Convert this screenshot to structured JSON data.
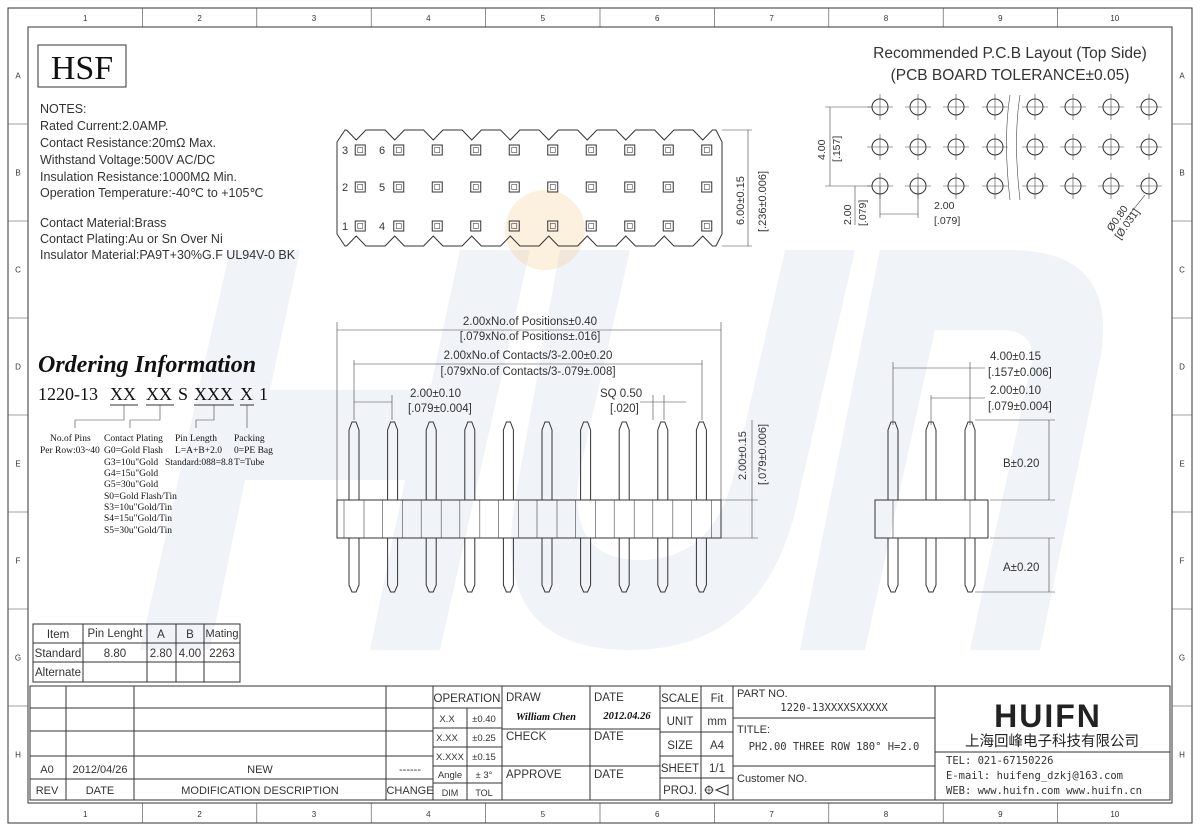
{
  "border": {
    "columns": [
      "1",
      "2",
      "3",
      "4",
      "5",
      "6",
      "7",
      "8",
      "9",
      "10"
    ],
    "rows": [
      "A",
      "B",
      "C",
      "D",
      "E",
      "F",
      "G",
      "H"
    ]
  },
  "logo": "HSF",
  "watermark": "HUIFN",
  "notes": {
    "title": "NOTES:",
    "lines": [
      "Rated Current:2.0AMP.",
      "Contact Resistance:20mΩ Max.",
      "Withstand Voltage:500V AC/DC",
      "Insulation Resistance:1000MΩ Min.",
      "Operation Temperature:-40℃ to +105℃",
      "",
      "Contact Material:Brass",
      "Contact Plating:Au or Sn Over Ni",
      "Insulator Material:PA9T+30%G.F UL94V-0 BK"
    ]
  },
  "ordering": {
    "title": "Ordering Information",
    "part_prefix": "1220-13",
    "seg1": "XX",
    "seg2": "XX",
    "seg3": "S",
    "seg4": "XXX",
    "seg5": "X",
    "seg6": "1",
    "pins": [
      "No.of Pins",
      "Per Row:03~40"
    ],
    "plating": [
      "Contact Plating",
      "G0=Gold Flash",
      "G3=10u\"Gold",
      "G4=15u\"Gold",
      "G5=30u\"Gold",
      "S0=Gold Flash/Tin",
      "S3=10u\"Gold/Tin",
      "S4=15u\"Gold/Tin",
      "S5=30u\"Gold/Tin"
    ],
    "pin_length": [
      "Pin Length",
      "L=A+B+2.0",
      "Standard:088=8.8"
    ],
    "packing": [
      "Packing",
      "0=PE Bag",
      "T=Tube"
    ]
  },
  "pin_table": {
    "headers": [
      "Item",
      "Pin Lenght",
      "A",
      "B",
      "Mating"
    ],
    "rows": [
      [
        "Standard",
        "8.80",
        "2.80",
        "4.00",
        "2263"
      ],
      [
        "Alternate",
        "",
        "",
        "",
        ""
      ]
    ]
  },
  "top_view": {
    "row_labels_left": [
      "3",
      "2",
      "1"
    ],
    "row_labels_second": [
      "6",
      "5",
      "4"
    ],
    "height_dim": "6.00±0.15",
    "height_dim_in": "[.236±0.006]"
  },
  "pcb": {
    "title": "Recommended P.C.B Layout (Top Side)",
    "subtitle": "(PCB BOARD TOLERANCE±0.05)",
    "dim_row_pitch": "4.00",
    "dim_row_pitch_in": "[.157]",
    "dim_v": "2.00",
    "dim_v_in": "[.079]",
    "dim_h": "2.00",
    "dim_h_in": "[.079]",
    "hole": "Ø0.80",
    "hole_in": "[Ø.031]"
  },
  "front_view": {
    "dim_positions": "2.00xNo.of Positions±0.40",
    "dim_positions_in": "[.079xNo.of Positions±.016]",
    "dim_contacts": "2.00xNo.of Contacts/3-2.00±0.20",
    "dim_contacts_in": "[.079xNo.of Contacts/3-.079±.008]",
    "dim_pitch": "2.00±0.10",
    "dim_pitch_in": "[.079±0.004]",
    "dim_sq": "SQ 0.50",
    "dim_sq_in": "[.020]",
    "dim_body": "2.00±0.15",
    "dim_body_in": "[.079±0.006]"
  },
  "side_view": {
    "dim_outer": "4.00±0.15",
    "dim_outer_in": "[.157±0.006]",
    "dim_pitch": "2.00±0.10",
    "dim_pitch_in": "[.079±0.004]",
    "dim_b": "B±0.20",
    "dim_a": "A±0.20"
  },
  "title_block": {
    "revision": {
      "rev": "A0",
      "date": "2012/04/26",
      "desc": "NEW",
      "change": "------"
    },
    "headers": {
      "rev": "REV",
      "date": "DATE",
      "desc": "MODIFICATION  DESCRIPTION",
      "change": "CHANGE"
    },
    "tolerances": {
      "title": "OPERATION",
      "rows": [
        [
          "X.X",
          "±0.40"
        ],
        [
          "X.XX",
          "±0.25"
        ],
        [
          "X.XXX",
          "±0.15"
        ],
        [
          "Angle",
          "± 3°"
        ]
      ],
      "foot": [
        "DIM",
        "TOL"
      ]
    },
    "draw_label": "DRAW",
    "drawer": "William Chen",
    "date_label": "DATE",
    "draw_date": "2012.04.26",
    "check_label": "CHECK",
    "approve_label": "APPROVE",
    "scale_label": "SCALE",
    "scale_value": "Fit",
    "unit_label": "UNIT",
    "unit_value": "mm",
    "size_label": "SIZE",
    "size_value": "A4",
    "sheet_label": "SHEET",
    "sheet_value": "1/1",
    "proj_label": "PROJ.",
    "part_no_label": "PART NO.",
    "part_no": "1220-13XXXXSXXXXX",
    "title_label": "TITLE:",
    "title_value": "PH2.00 THREE ROW 180° H=2.0",
    "customer_label": "Customer NO.",
    "company_logo": "HUIFN",
    "company_name": "上海回峰电子科技有限公司",
    "tel": "TEL: 021-67150226",
    "email": "E-mail: huifeng_dzkj@163.com",
    "web": "WEB: www.huifn.com  www.huifn.cn"
  }
}
